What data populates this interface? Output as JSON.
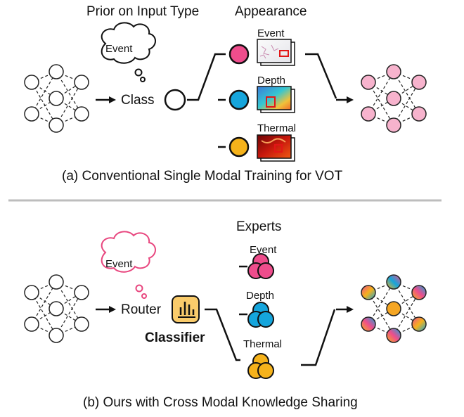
{
  "panel_a": {
    "prior_label": "Prior on Input Type",
    "appearance_label": "Appearance",
    "thought_text": "Event",
    "class_label": "Class",
    "modalities": [
      {
        "name": "Event",
        "color": "#ee4d8c"
      },
      {
        "name": "Depth",
        "color": "#15a5dc"
      },
      {
        "name": "Thermal",
        "color": "#f5b21b"
      }
    ],
    "caption": "(a) Conventional Single Modal Training for VOT"
  },
  "panel_b": {
    "experts_label": "Experts",
    "thought_text": "Event",
    "router_label": "Router",
    "classifier_label": "Classifier",
    "experts": [
      {
        "name": "Event",
        "color": "#ee4d8c"
      },
      {
        "name": "Depth",
        "color": "#15a5dc"
      },
      {
        "name": "Thermal",
        "color": "#f5b21b"
      }
    ],
    "caption": "(b) Ours with Cross Modal Knowledge Sharing"
  },
  "colors": {
    "pink_accent": "#e8477f",
    "network_pink": "#f7b3cd",
    "divider": "#bdbdbd"
  }
}
